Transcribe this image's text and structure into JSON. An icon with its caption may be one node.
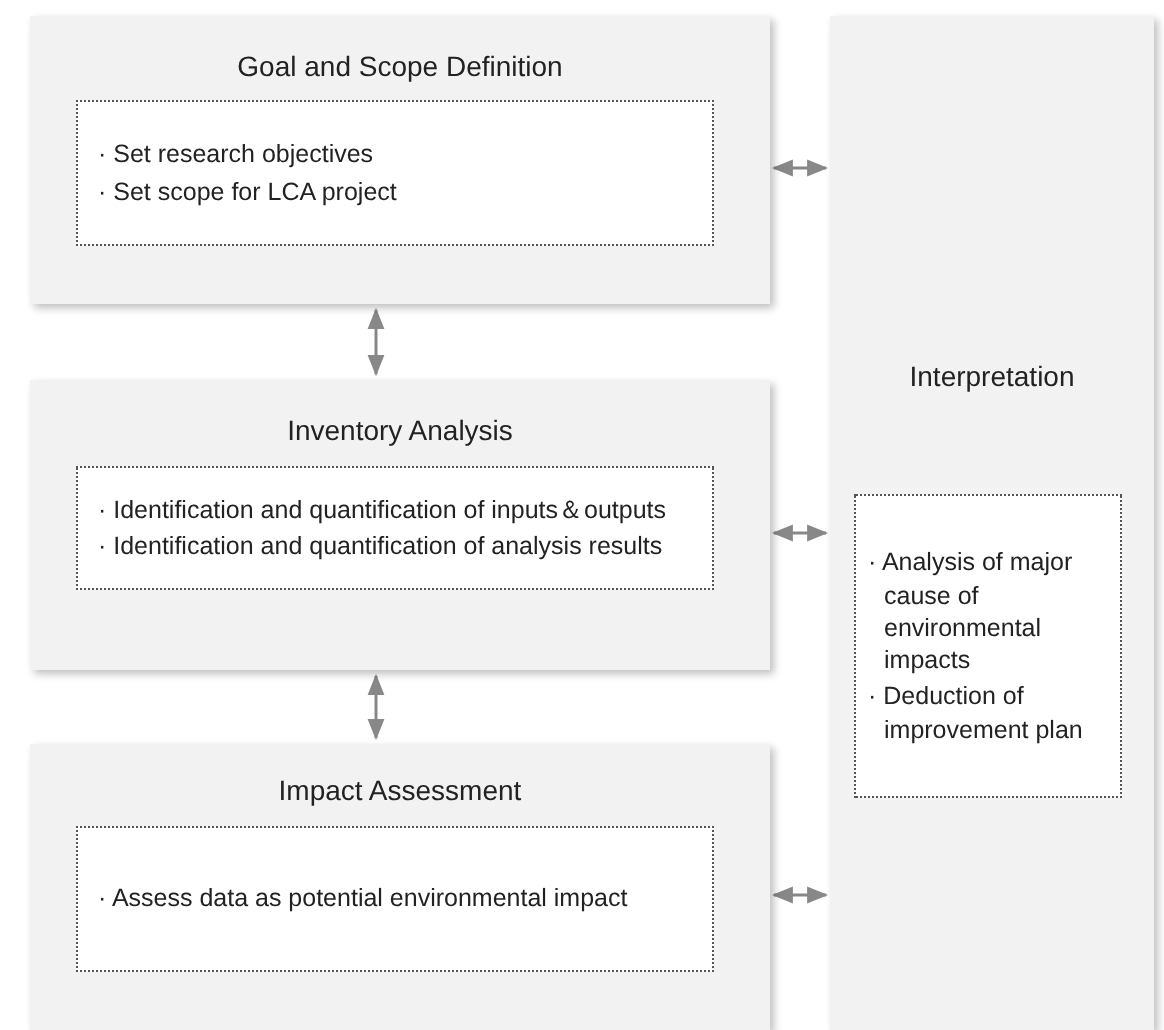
{
  "diagram": {
    "nodes": [
      {
        "text": [
          "Goal and Scope Definition"
        ]
      },
      {
        "text": [
          "· Set research objectives",
          "· Set scope for LCA project"
        ],
        "in": 0
      },
      {
        "text": [
          "Inventory Analysis"
        ]
      },
      {
        "text": [
          "· Identification and quantification of inputs＆outputs",
          "· Identification and quantification of analysis results"
        ],
        "in": 2
      },
      {
        "text": [
          "Impact Assessment"
        ]
      },
      {
        "text": [
          "· Assess data as potential environmental impact"
        ],
        "in": 4
      },
      {
        "text": [
          "Interpretation"
        ]
      },
      {
        "text": [
          "· Analysis of major cause of environmental impacts",
          "· Deduction of improvement plan"
        ],
        "in": 6
      }
    ],
    "edges": [
      {
        "from": 0,
        "to": 2,
        "arrow": "both"
      },
      {
        "from": 2,
        "to": 4,
        "arrow": "both"
      },
      {
        "from": 0,
        "to": 6,
        "arrow": "both"
      },
      {
        "from": 2,
        "to": 6,
        "arrow": "both"
      },
      {
        "from": 4,
        "to": 6,
        "arrow": "both"
      }
    ]
  }
}
